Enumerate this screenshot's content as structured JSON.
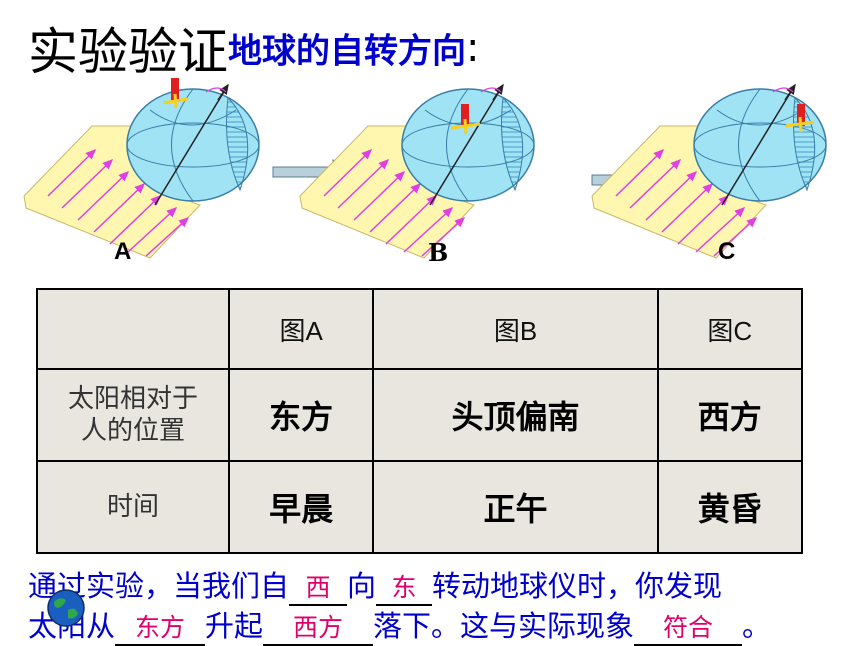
{
  "title": {
    "main": "实验验证",
    "topic": "地球的自转方向",
    "colon": ":"
  },
  "panels": [
    {
      "label": "A"
    },
    {
      "label": "B"
    },
    {
      "label": "C"
    }
  ],
  "table": {
    "headers": [
      "图A",
      "图B",
      "图C"
    ],
    "rows": [
      {
        "label": "太阳相对于人的位置",
        "label_line1": "太阳相对于",
        "label_line2": "人的位置",
        "values": [
          "东方",
          "头顶偏南",
          "西方"
        ]
      },
      {
        "label": "时间",
        "values": [
          "早晨",
          "正午",
          "黄昏"
        ]
      }
    ]
  },
  "conclusion": {
    "line1": {
      "part1": "通过实验，当我们自",
      "blank1": "西",
      "part2": "向",
      "blank2": "东",
      "part3": "转动地球仪时，你发现"
    },
    "line2": {
      "part1": "太阳从",
      "blank1": "东方",
      "part2": "升起",
      "blank2": "西方",
      "part3": "落下。这与实际现象",
      "blank3": "符合",
      "part4": "。"
    }
  },
  "colors": {
    "title_blue": "#0000cc",
    "answer_pink": "#e0006b",
    "table_bg": "#e9e6df",
    "globe_fill": "#9fe3f5",
    "sunlight_panel": "#fff6b0",
    "ray_color": "#e040e0"
  },
  "icons": [
    "globe-icon",
    "observer-marker-icon",
    "rotation-arrow-icon",
    "flow-arrow-icon"
  ]
}
